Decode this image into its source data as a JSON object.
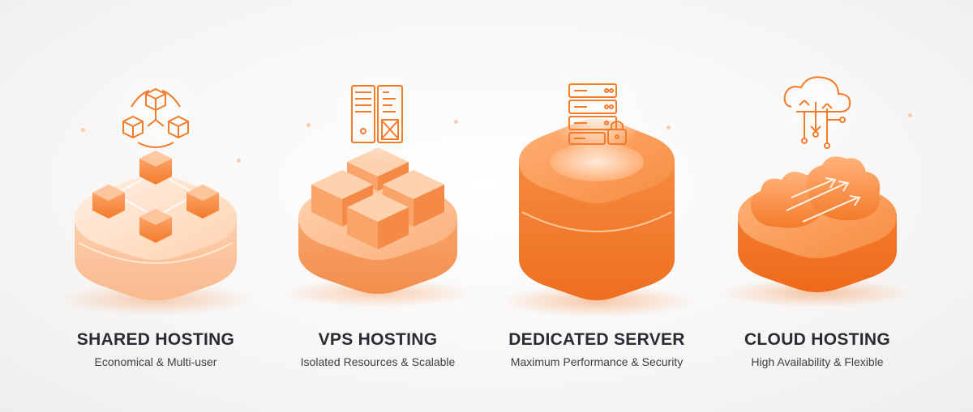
{
  "palette": {
    "accent": "#f47b2a",
    "accent_light": "#fbb07a",
    "accent_dark": "#e3621a",
    "text_dark": "#2b2b35",
    "text_mid": "#3d3d45"
  },
  "cards": [
    {
      "title": "SHARED HOSTING",
      "subtitle": "Economical & Multi-user",
      "icon": "connected-cubes-icon"
    },
    {
      "title": "VPS HOSTING",
      "subtitle": "Isolated Resources & Scalable",
      "icon": "server-rack-icon"
    },
    {
      "title": "DEDICATED SERVER",
      "subtitle": "Maximum Performance & Security",
      "icon": "secure-server-icon"
    },
    {
      "title": "CLOUD HOSTING",
      "subtitle": "High Availability & Flexible",
      "icon": "cloud-network-icon"
    }
  ]
}
